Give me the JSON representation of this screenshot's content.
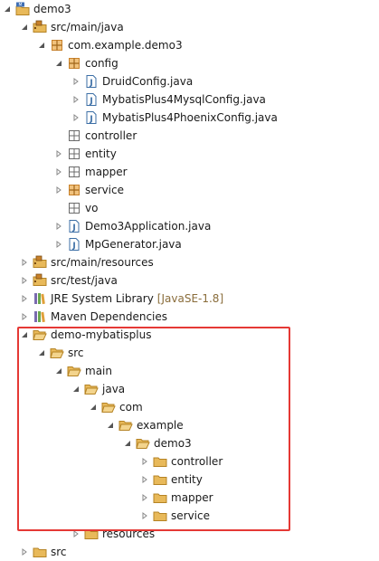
{
  "tree": [
    {
      "id": "demo3",
      "label": "demo3",
      "level": 0,
      "arrow": "open",
      "icon": "maven-project"
    },
    {
      "id": "src-main-java",
      "label": "src/main/java",
      "level": 1,
      "arrow": "open",
      "icon": "source-folder"
    },
    {
      "id": "com-example-demo3",
      "label": "com.example.demo3",
      "level": 2,
      "arrow": "open",
      "icon": "package"
    },
    {
      "id": "config",
      "label": "config",
      "level": 3,
      "arrow": "open",
      "icon": "package"
    },
    {
      "id": "druid-config",
      "label": "DruidConfig.java",
      "level": 4,
      "arrow": "closed",
      "icon": "java-file"
    },
    {
      "id": "mybatisplus-mysql-config",
      "label": "MybatisPlus4MysqlConfig.java",
      "level": 4,
      "arrow": "closed",
      "icon": "java-file"
    },
    {
      "id": "mybatisplus-phoenix-config",
      "label": "MybatisPlus4PhoenixConfig.java",
      "level": 4,
      "arrow": "closed",
      "icon": "java-file"
    },
    {
      "id": "controller-pkg",
      "label": "controller",
      "level": 3,
      "arrow": "none",
      "icon": "package-empty"
    },
    {
      "id": "entity-pkg",
      "label": "entity",
      "level": 3,
      "arrow": "closed",
      "icon": "package-empty"
    },
    {
      "id": "mapper-pkg",
      "label": "mapper",
      "level": 3,
      "arrow": "closed",
      "icon": "package-empty"
    },
    {
      "id": "service-pkg",
      "label": "service",
      "level": 3,
      "arrow": "closed",
      "icon": "package"
    },
    {
      "id": "vo-pkg",
      "label": "vo",
      "level": 3,
      "arrow": "none",
      "icon": "package-empty"
    },
    {
      "id": "demo3-application",
      "label": "Demo3Application.java",
      "level": 3,
      "arrow": "closed",
      "icon": "java-file"
    },
    {
      "id": "mp-generator",
      "label": "MpGenerator.java",
      "level": 3,
      "arrow": "closed",
      "icon": "java-file"
    },
    {
      "id": "src-main-resources",
      "label": "src/main/resources",
      "level": 1,
      "arrow": "closed",
      "icon": "source-folder"
    },
    {
      "id": "src-test-java",
      "label": "src/test/java",
      "level": 1,
      "arrow": "closed",
      "icon": "source-folder"
    },
    {
      "id": "jre-system-library",
      "label": "JRE System Library",
      "decoration": "[JavaSE-1.8]",
      "level": 1,
      "arrow": "closed",
      "icon": "library"
    },
    {
      "id": "maven-dependencies",
      "label": "Maven Dependencies",
      "level": 1,
      "arrow": "closed",
      "icon": "library"
    },
    {
      "id": "demo-mybatisplus",
      "label": "demo-mybatisplus",
      "level": 1,
      "arrow": "open",
      "icon": "folder-open"
    },
    {
      "id": "src-folder",
      "label": "src",
      "level": 2,
      "arrow": "open",
      "icon": "folder-open"
    },
    {
      "id": "main-folder",
      "label": "main",
      "level": 3,
      "arrow": "open",
      "icon": "folder-open"
    },
    {
      "id": "java-folder",
      "label": "java",
      "level": 4,
      "arrow": "open",
      "icon": "folder-open"
    },
    {
      "id": "com-folder",
      "label": "com",
      "level": 5,
      "arrow": "open",
      "icon": "folder-open"
    },
    {
      "id": "example-folder",
      "label": "example",
      "level": 6,
      "arrow": "open",
      "icon": "folder-open"
    },
    {
      "id": "demo3-folder",
      "label": "demo3",
      "level": 7,
      "arrow": "open",
      "icon": "folder-open"
    },
    {
      "id": "controller-folder",
      "label": "controller",
      "level": 8,
      "arrow": "closed",
      "icon": "folder"
    },
    {
      "id": "entity-folder",
      "label": "entity",
      "level": 8,
      "arrow": "closed",
      "icon": "folder"
    },
    {
      "id": "mapper-folder",
      "label": "mapper",
      "level": 8,
      "arrow": "closed",
      "icon": "folder"
    },
    {
      "id": "service-folder",
      "label": "service",
      "level": 8,
      "arrow": "closed",
      "icon": "folder"
    },
    {
      "id": "resources-folder",
      "label": "resources",
      "level": 4,
      "arrow": "closed",
      "icon": "folder"
    },
    {
      "id": "src-folder-2",
      "label": "src",
      "level": 1,
      "arrow": "closed",
      "icon": "folder"
    }
  ],
  "colors": {
    "highlight": "#e53935",
    "folder": "#e8b95a",
    "folder_dark": "#b58324",
    "package": "#c8812a",
    "java": "#3b6ea5"
  }
}
